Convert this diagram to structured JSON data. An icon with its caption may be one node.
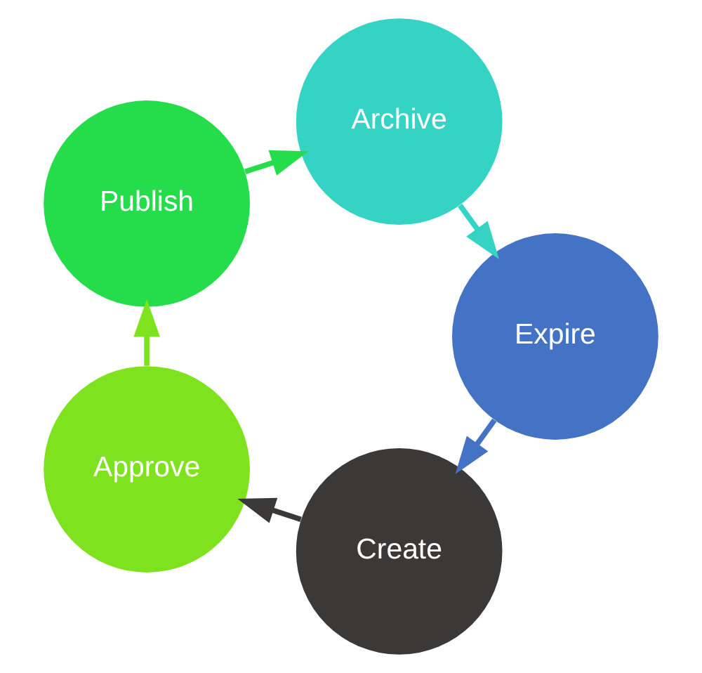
{
  "diagram": {
    "nodes": [
      {
        "text": [
          "Create"
        ]
      },
      {
        "text": [
          "Approve"
        ]
      },
      {
        "text": [
          "Publish"
        ]
      },
      {
        "text": [
          "Archive"
        ]
      },
      {
        "text": [
          "Expire"
        ]
      }
    ],
    "edges": [
      {
        "from": 0,
        "to": 1,
        "arrow": "to",
        "color": "#3b3838"
      },
      {
        "from": 1,
        "to": 2,
        "arrow": "to",
        "color": "#7fe21e"
      },
      {
        "from": 2,
        "to": 3,
        "arrow": "to",
        "color": "#25dd4a"
      },
      {
        "from": 3,
        "to": 4,
        "arrow": "to",
        "color": "#35d3c3"
      },
      {
        "from": 4,
        "to": 0,
        "arrow": "to",
        "color": "#4472c4"
      }
    ]
  }
}
